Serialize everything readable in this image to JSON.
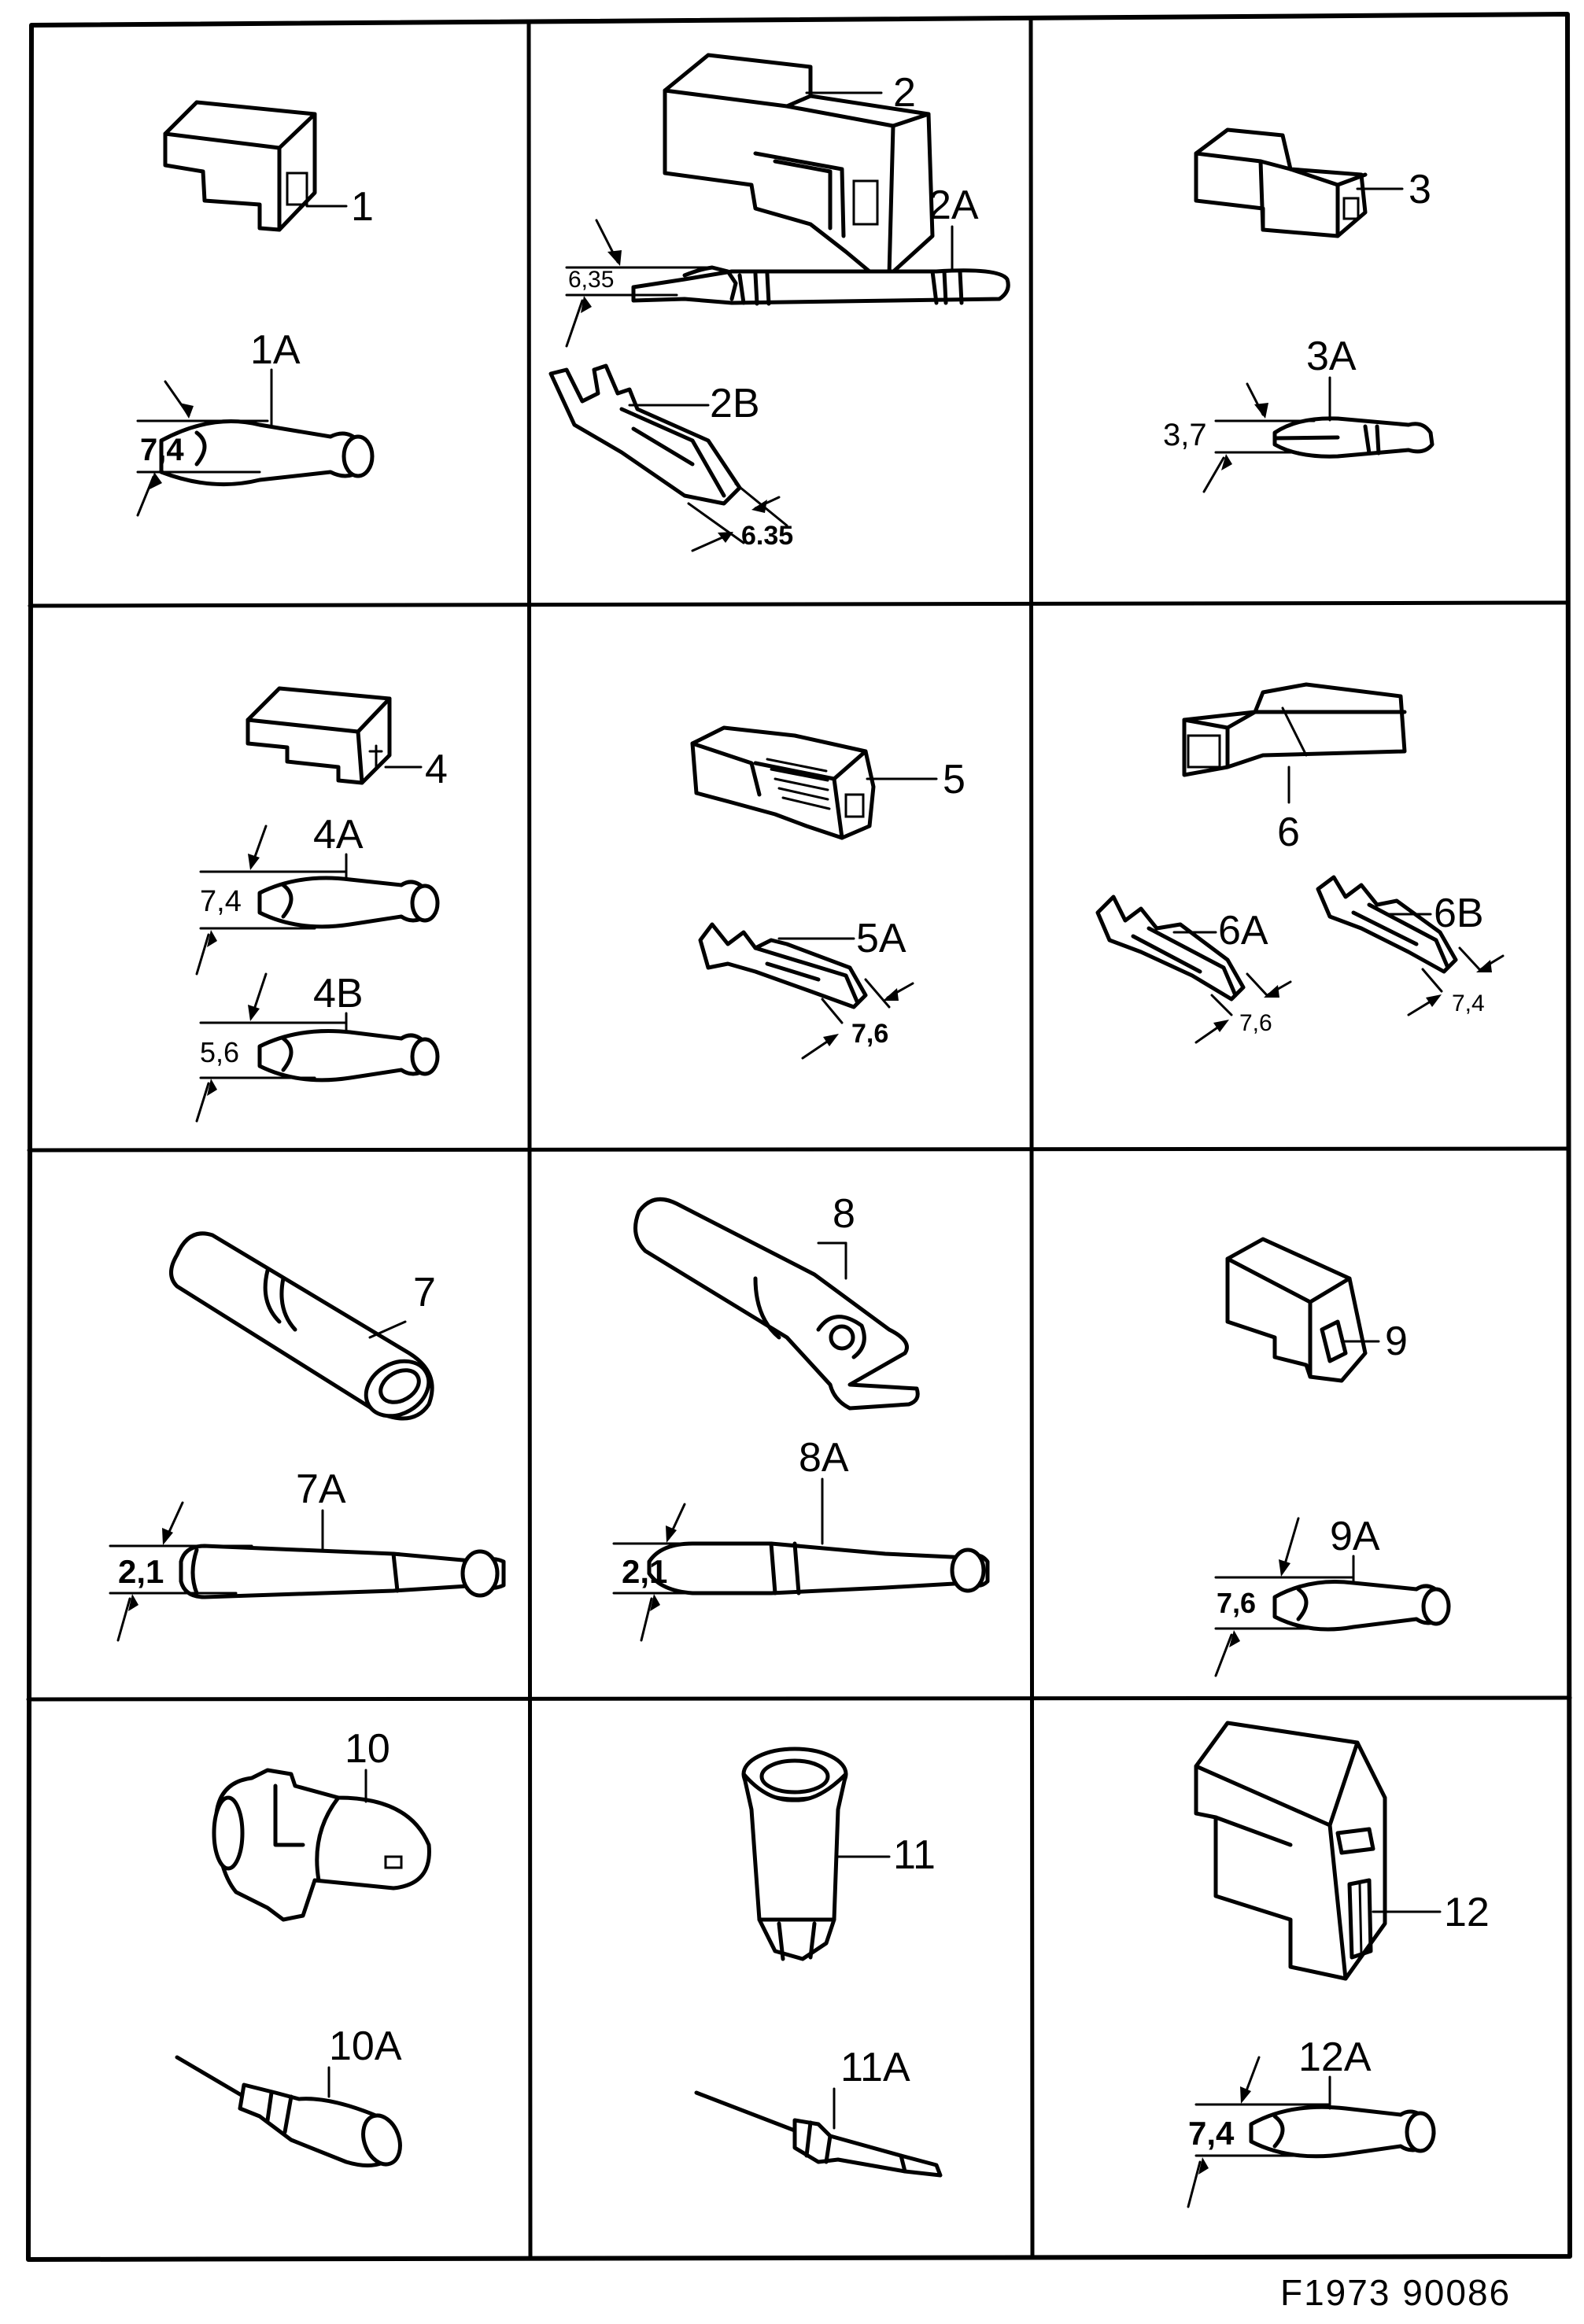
{
  "figure_reference": "F1973 90086",
  "cells": [
    {
      "id": "1",
      "labels": {
        "housing": "1",
        "terminal": "1A",
        "dim": "7,4"
      }
    },
    {
      "id": "2",
      "labels": {
        "housing": "2",
        "terminal": "2A",
        "terminal_b": "2B",
        "dim": "6,35",
        "dim_b": "6.35"
      }
    },
    {
      "id": "3",
      "labels": {
        "housing": "3",
        "terminal": "3A",
        "dim": "3,7"
      }
    },
    {
      "id": "4",
      "labels": {
        "housing": "4",
        "terminal": "4A",
        "terminal_b": "4B",
        "dim": "7,4",
        "dim_b": "5,6"
      }
    },
    {
      "id": "5",
      "labels": {
        "housing": "5",
        "terminal": "5A",
        "dim": "7,6"
      }
    },
    {
      "id": "6",
      "labels": {
        "housing": "6",
        "terminal": "6A",
        "terminal_b": "6B",
        "dim": "7,6",
        "dim_b": "7,4"
      }
    },
    {
      "id": "7",
      "labels": {
        "housing": "7",
        "terminal": "7A",
        "dim": "2,1"
      }
    },
    {
      "id": "8",
      "labels": {
        "housing": "8",
        "terminal": "8A",
        "dim": "2,1"
      }
    },
    {
      "id": "9",
      "labels": {
        "housing": "9",
        "terminal": "9A",
        "dim": "7,6"
      }
    },
    {
      "id": "10",
      "labels": {
        "housing": "10",
        "terminal": "10A"
      }
    },
    {
      "id": "11",
      "labels": {
        "housing": "11",
        "terminal": "11A"
      }
    },
    {
      "id": "12",
      "labels": {
        "housing": "12",
        "terminal": "12A",
        "dim": "7,4"
      }
    }
  ]
}
